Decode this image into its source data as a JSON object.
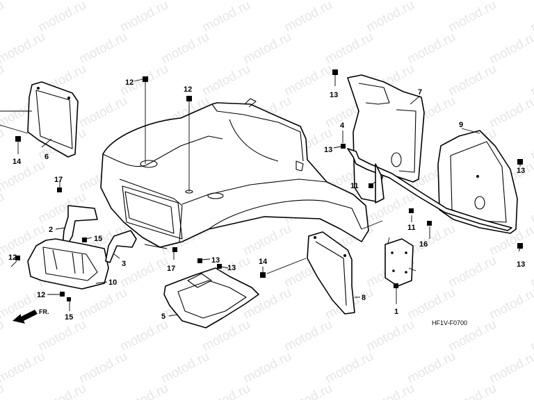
{
  "watermark": "motod.ru",
  "diagram_code": "HF1V-F0700",
  "direction_label": "FR.",
  "callouts": {
    "c1": "1",
    "c2": "2",
    "c3": "3",
    "c4": "4",
    "c5": "5",
    "c6": "6",
    "c7": "7",
    "c8": "8",
    "c9": "9",
    "c10": "10",
    "c11a": "11",
    "c11b": "11",
    "c12a": "12",
    "c12b": "12",
    "c12c": "12",
    "c12d": "12",
    "c13a": "13",
    "c13b": "13",
    "c13c": "13",
    "c13d": "13",
    "c13e": "13",
    "c13f": "13",
    "c14a": "14",
    "c14b": "14",
    "c15a": "15",
    "c15b": "15",
    "c16": "16",
    "c17a": "17",
    "c17b": "17"
  }
}
